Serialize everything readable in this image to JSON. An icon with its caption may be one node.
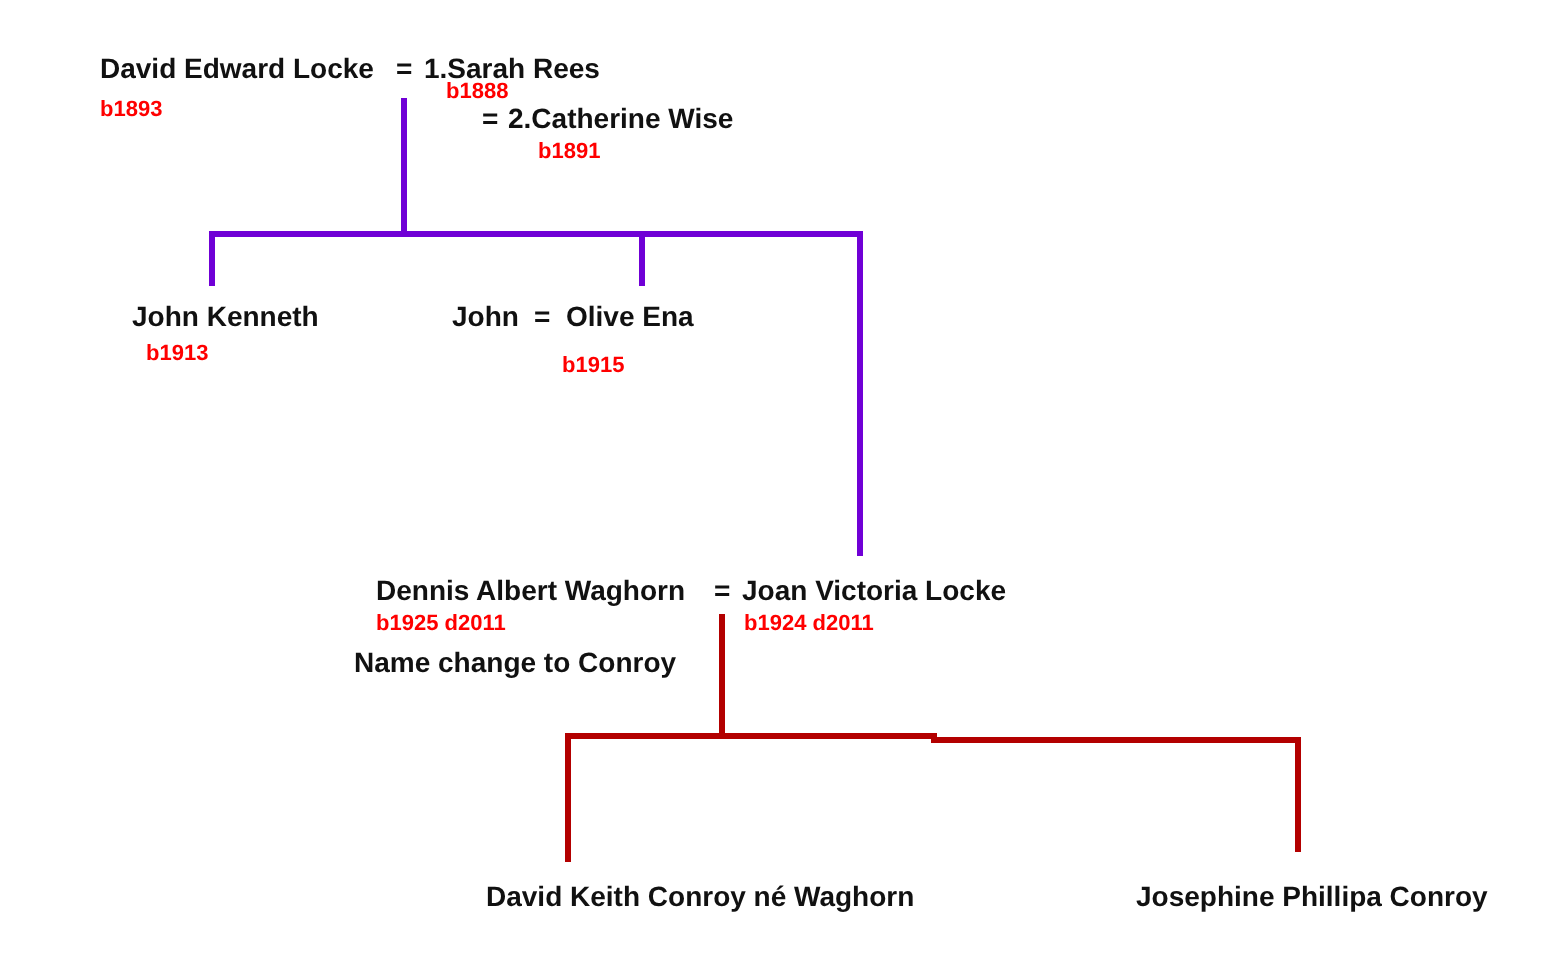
{
  "diagram": {
    "nodes": [
      {
        "text": [
          "David Edward Locke",
          "b1893"
        ]
      },
      {
        "text": [
          "="
        ]
      },
      {
        "text": [
          "1.Sarah Rees",
          "b1888"
        ]
      },
      {
        "text": [
          "2.Catherine Wise",
          "b1891"
        ]
      },
      {
        "text": [
          "John Kenneth",
          "b1913"
        ]
      },
      {
        "text": [
          "John"
        ]
      },
      {
        "text": [
          "Olive Ena",
          "b1915"
        ]
      },
      {
        "text": [
          "Dennis Albert Waghorn",
          "b1925 d2011",
          "Name change to Conroy"
        ]
      },
      {
        "text": [
          "="
        ]
      },
      {
        "text": [
          "Joan Victoria Locke",
          "b1924 d2011"
        ]
      },
      {
        "text": [
          "David Keith Conroy né Waghorn"
        ]
      },
      {
        "text": [
          "Josephine Phillipa Conroy"
        ]
      }
    ],
    "edges": [
      {
        "from": 1,
        "to": 4,
        "arrow": "none"
      },
      {
        "from": 1,
        "to": 6,
        "arrow": "none"
      },
      {
        "from": 1,
        "to": 9,
        "arrow": "none"
      },
      {
        "from": 8,
        "to": 10,
        "arrow": "none",
        "color": "#b30000"
      },
      {
        "from": 8,
        "to": 11,
        "arrow": "none",
        "color": "#b30000"
      }
    ],
    "labels": [
      "=",
      "="
    ]
  }
}
